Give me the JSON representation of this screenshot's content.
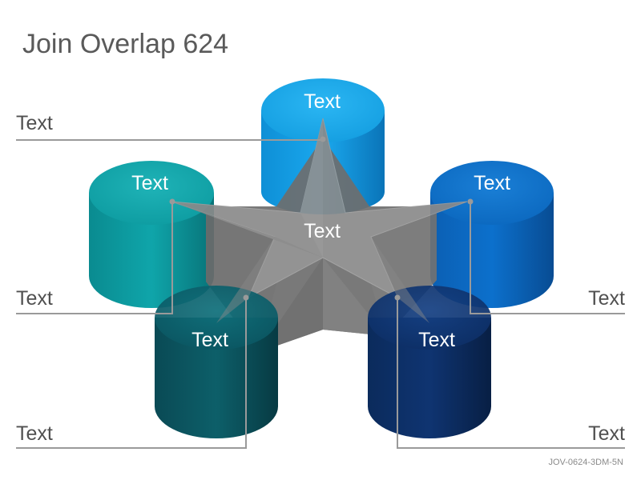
{
  "title": "Join Overlap 624",
  "footer_code": "JOV-0624-3DM-5N",
  "center_label": "Text",
  "cylinders": [
    {
      "label": "Text",
      "callout": "Text",
      "color_top": "#1aa8ee",
      "color_side": "#0e8fd6"
    },
    {
      "label": "Text",
      "callout": "Text",
      "color_top": "#0a6ec9",
      "color_side": "#0a5fb1"
    },
    {
      "label": "Text",
      "callout": "Text",
      "color_top": "#0d2f66",
      "color_side": "#0b2a59"
    },
    {
      "label": "Text",
      "callout": "Text",
      "color_top": "#0b5a66",
      "color_side": "#0a4a55"
    },
    {
      "label": "Text",
      "callout": "Text",
      "color_top": "#0da3a8",
      "color_side": "#0c8f93"
    }
  ],
  "colors": {
    "star": "#7a7a7a",
    "star_dark": "#6a6a6a",
    "leader": "#9a9a9a",
    "callout_text": "#505050"
  }
}
